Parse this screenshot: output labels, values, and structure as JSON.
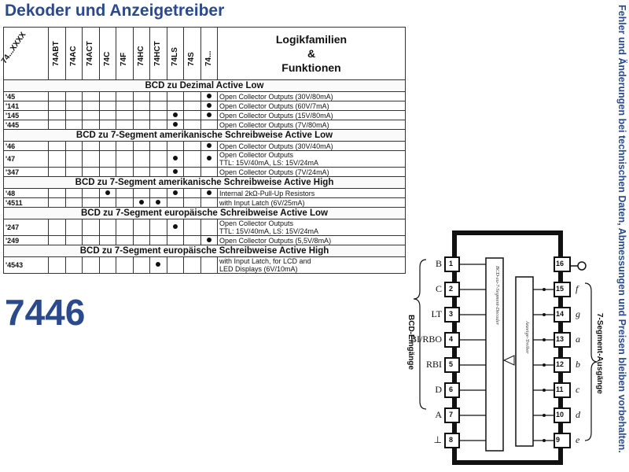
{
  "header": {
    "title": "Dekoder und Anzeigetreiber"
  },
  "big_number": "7446",
  "side_note": "Fehler und Änderungen bei technischen Daten, Abmessungen und Preisen bleiben vorbehalten.",
  "table": {
    "corner_label": "74...XXXX",
    "families": [
      "74ABT",
      "74AC",
      "74ACT",
      "74C",
      "74F",
      "74HC",
      "74HCT",
      "74LS",
      "74S",
      "74..."
    ],
    "func_header": [
      "Logikfamilien",
      "&",
      "Funktionen"
    ],
    "sections": [
      {
        "title": "BCD zu Dezimal Active Low",
        "rows": [
          {
            "num": "'45",
            "dots": [
              9
            ],
            "desc": [
              "Open Collector Outputs (30V/80mA)"
            ]
          },
          {
            "num": "'141",
            "dots": [
              9
            ],
            "desc": [
              "Open Collector Outputs (60V/7mA)"
            ]
          },
          {
            "num": "'145",
            "dots": [
              7,
              9
            ],
            "desc": [
              "Open Collector Outputs (15V/80mA)"
            ]
          },
          {
            "num": "'445",
            "dots": [
              7
            ],
            "desc": [
              "Open Collector Outputs (7V/80mA)"
            ]
          }
        ]
      },
      {
        "title": "BCD zu 7-Segment amerikanische Schreibweise Active Low",
        "rows": [
          {
            "num": "'46",
            "dots": [
              9
            ],
            "desc": [
              "Open Collector Outputs (30V/40mA)"
            ]
          },
          {
            "num": "'47",
            "dots": [
              7,
              9
            ],
            "desc": [
              "Open Collector Outputs",
              "TTL: 15V/40mA, LS: 15V/24mA"
            ]
          },
          {
            "num": "'347",
            "dots": [
              7
            ],
            "desc": [
              "Open Collector Outputs (7V/24mA)"
            ]
          }
        ]
      },
      {
        "title": "BCD zu 7-Segment amerikanische Schreibweise Active High",
        "rows": [
          {
            "num": "'48",
            "dots": [
              3,
              7,
              9
            ],
            "desc": [
              "Internal 2kΩ-Pull-Up Resistors"
            ]
          },
          {
            "num": "'4511",
            "dots": [
              5,
              6
            ],
            "desc": [
              "with Input Latch (6V/25mA)"
            ]
          }
        ]
      },
      {
        "title": "BCD zu 7-Segment europäische Schreibweise Active Low",
        "rows": [
          {
            "num": "'247",
            "dots": [
              7
            ],
            "desc": [
              "Open Collector Outputs",
              "TTL: 15V/40mA, LS: 15V/24mA"
            ]
          },
          {
            "num": "'249",
            "dots": [
              9
            ],
            "desc": [
              "Open Collector Outputs (5,5V/8mA)"
            ]
          }
        ]
      },
      {
        "title": "BCD zu 7-Segment europäische Schreibweise Active High",
        "rows": [
          {
            "num": "'4543",
            "dots": [
              6
            ],
            "desc": [
              "with Input Latch, for LCD and",
              "LED Displays (6V/10mA)"
            ]
          }
        ]
      }
    ]
  },
  "pinout": {
    "left_group_label": "BCD-Eingänge",
    "right_group_label": "7-Segment-Ausgänge",
    "left_pins": [
      {
        "num": "1",
        "label": "B"
      },
      {
        "num": "2",
        "label": "C"
      },
      {
        "num": "3",
        "label": "LT"
      },
      {
        "num": "4",
        "label": "BI/RBO"
      },
      {
        "num": "5",
        "label": "RBI"
      },
      {
        "num": "6",
        "label": "D"
      },
      {
        "num": "7",
        "label": "A"
      },
      {
        "num": "8",
        "label": "⊥"
      }
    ],
    "right_pins": [
      {
        "num": "16",
        "label": ""
      },
      {
        "num": "15",
        "label": "f"
      },
      {
        "num": "14",
        "label": "g"
      },
      {
        "num": "13",
        "label": "a"
      },
      {
        "num": "12",
        "label": "b"
      },
      {
        "num": "11",
        "label": "c"
      },
      {
        "num": "10",
        "label": "d"
      },
      {
        "num": "9",
        "label": "e"
      }
    ],
    "box_left_text": "BCD-zu-7-Segment-Decoder",
    "box_right_text": "Anzeige-Treiber"
  }
}
